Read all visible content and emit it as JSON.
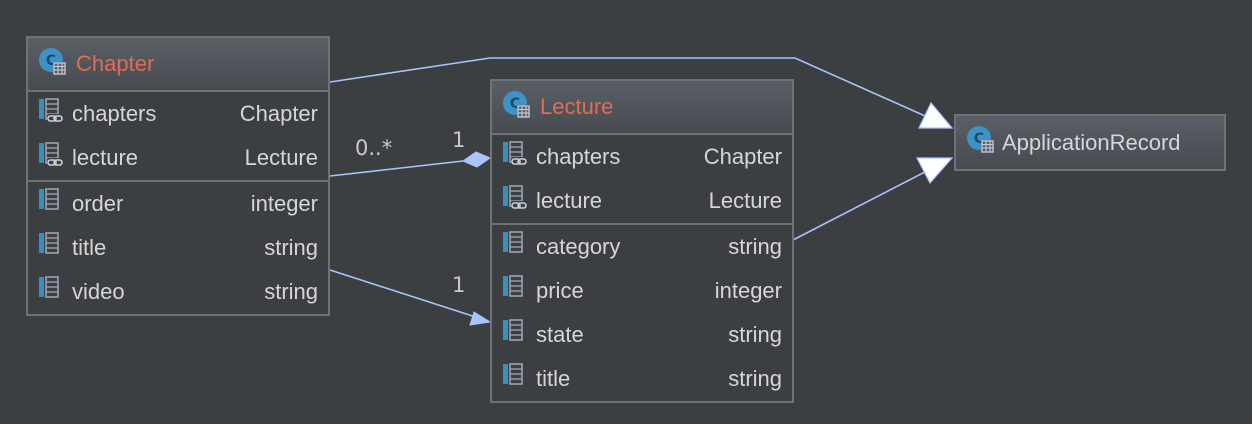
{
  "colors": {
    "background": "#3c3f41",
    "entity_title": "#e06c55",
    "text": "#d6d6d6",
    "edge": "#a9c4ff",
    "border": "#6f7275"
  },
  "nodes": {
    "chapter": {
      "title": "Chapter",
      "title_icon": "model-class-icon",
      "associations": [
        {
          "name": "chapters",
          "type": "Chapter",
          "icon": "association-field-icon"
        },
        {
          "name": "lecture",
          "type": "Lecture",
          "icon": "association-field-icon"
        }
      ],
      "attributes": [
        {
          "name": "order",
          "type": "integer",
          "icon": "column-field-icon"
        },
        {
          "name": "title",
          "type": "string",
          "icon": "column-field-icon"
        },
        {
          "name": "video",
          "type": "string",
          "icon": "column-field-icon"
        }
      ]
    },
    "lecture": {
      "title": "Lecture",
      "title_icon": "model-class-icon",
      "associations": [
        {
          "name": "chapters",
          "type": "Chapter",
          "icon": "association-field-icon"
        },
        {
          "name": "lecture",
          "type": "Lecture",
          "icon": "association-field-icon"
        }
      ],
      "attributes": [
        {
          "name": "category",
          "type": "string",
          "icon": "column-field-icon"
        },
        {
          "name": "price",
          "type": "integer",
          "icon": "column-field-icon"
        },
        {
          "name": "state",
          "type": "string",
          "icon": "column-field-icon"
        },
        {
          "name": "title",
          "type": "string",
          "icon": "column-field-icon"
        }
      ]
    },
    "application_record": {
      "title": "ApplicationRecord",
      "title_icon": "class-icon"
    }
  },
  "edges": {
    "chapter_lecture_source_mult": "0..*",
    "chapter_lecture_target_mult": "1",
    "chapter_video_lecture_mult": "1"
  }
}
